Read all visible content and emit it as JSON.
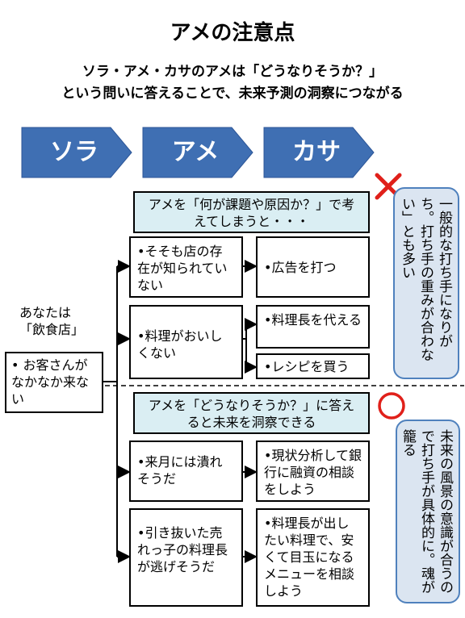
{
  "title": "アメの注意点",
  "subtitle_line1": "ソラ・アメ・カサのアメは「どうなりそうか？」",
  "subtitle_line2": "という問いに答えることで、未来予測の洞察につながる",
  "chevrons": [
    "ソラ",
    "アメ",
    "カサ"
  ],
  "chevron_color": "#3f6fb3",
  "you_are_label": "あなたは\n「飲食店」",
  "start_box": "• お客さんがなかなか来ない",
  "bad": {
    "header": "アメを「何が課題や原因か？」で考えてしまうと・・・",
    "mark": "×",
    "mark_color": "#e0201a",
    "rows": [
      {
        "ame": "•そそも店の存在が知られていない",
        "kasa": [
          "•広告を打つ"
        ]
      },
      {
        "ame": "•料理がおいしくない",
        "kasa": [
          "•料理長を代える",
          "•レシピを買う"
        ]
      }
    ],
    "note": "一般的な打ち手になりがち。打ち手の重みが合わない」とも多い"
  },
  "good": {
    "header": "アメを「どうなりそうか？」に答えると未来を洞察できる",
    "mark": "○",
    "mark_color": "#e0201a",
    "rows": [
      {
        "ame": "•来月には潰れそうだ",
        "kasa": [
          "•現状分析して銀行に融資の相談をしよう"
        ]
      },
      {
        "ame": "•引き抜いた売れっ子の料理長が逃げそうだ",
        "kasa": [
          "•料理長が出したい料理で、安くて目玉になるメニューを相談しよう"
        ]
      }
    ],
    "note": "未来の風景の意識が合うので打ち手が具体的に。魂が籠る"
  }
}
